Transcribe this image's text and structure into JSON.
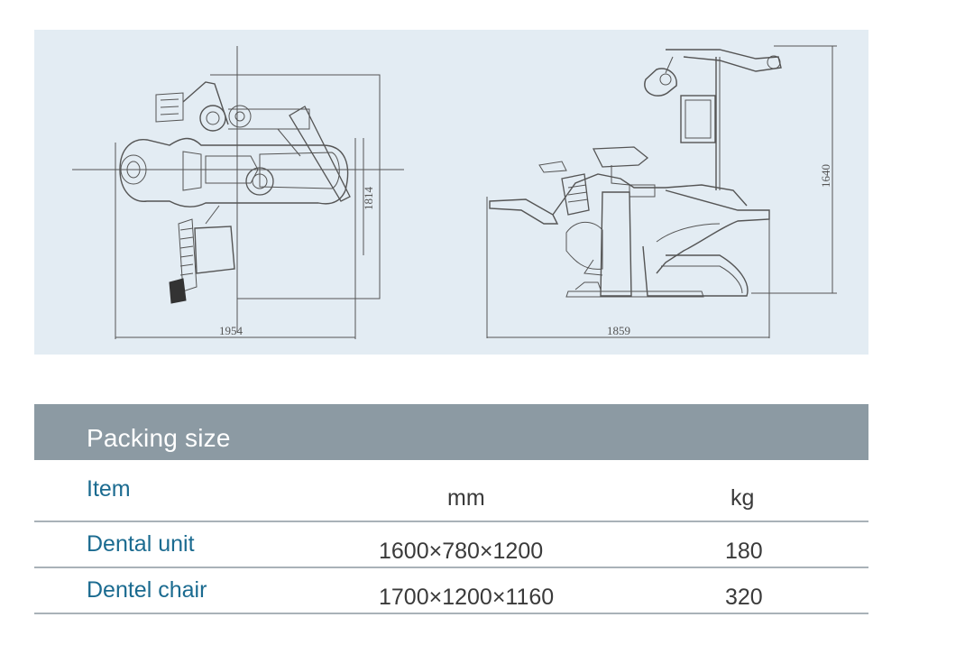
{
  "drawing": {
    "top_view_width": "1954",
    "top_view_depth": "1814",
    "side_view_length": "1859",
    "side_view_height": "1640"
  },
  "packing": {
    "title": "Packing size",
    "headers": {
      "item": "Item",
      "mm": "mm",
      "kg": "kg"
    },
    "rows": [
      {
        "item": "Dental unit",
        "mm": "1600×780×1200",
        "kg": "180"
      },
      {
        "item": "Dentel chair",
        "mm": "1700×1200×1160",
        "kg": "320"
      }
    ]
  }
}
